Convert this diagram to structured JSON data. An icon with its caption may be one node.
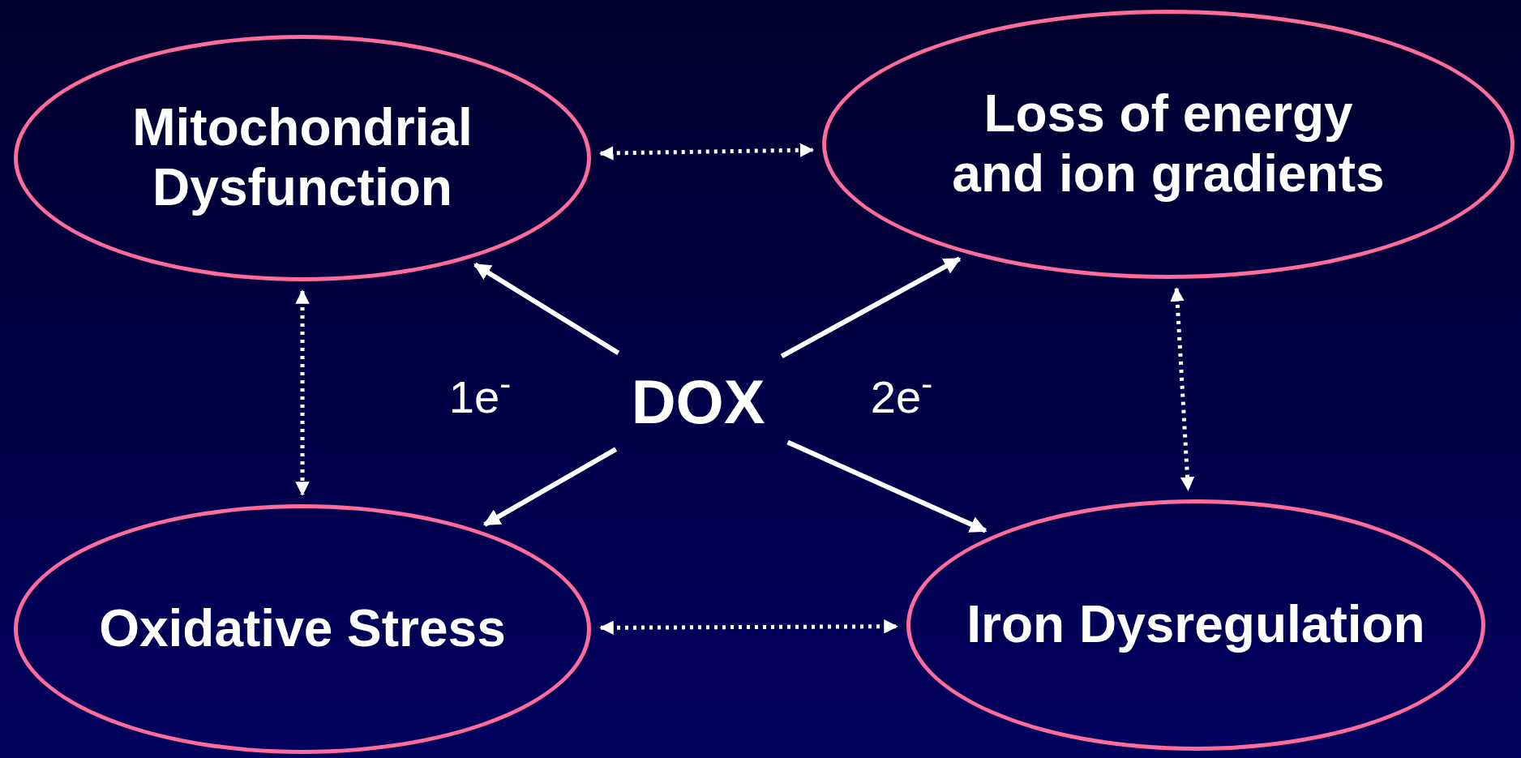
{
  "diagram": {
    "nodes": [
      {
        "text": [
          "Mitochondrial Dysfunction"
        ]
      },
      {
        "text": [
          "Loss of energy and ion gradients"
        ]
      },
      {
        "text": [
          "DOX"
        ]
      },
      {
        "text": [
          "Oxidative Stress"
        ]
      },
      {
        "text": [
          "Iron Dysregulation"
        ]
      }
    ],
    "edges": [
      {
        "from": 2,
        "to": 0,
        "arrow": "to"
      },
      {
        "from": 2,
        "to": 1,
        "arrow": "to"
      },
      {
        "from": 2,
        "to": 3,
        "arrow": "to"
      },
      {
        "from": 2,
        "to": 4,
        "arrow": "to"
      },
      {
        "from": 0,
        "to": 1,
        "arrow": "both",
        "style": "dashed"
      },
      {
        "from": 0,
        "to": 3,
        "arrow": "both",
        "style": "dashed"
      },
      {
        "from": 1,
        "to": 4,
        "arrow": "both",
        "style": "dashed"
      },
      {
        "from": 3,
        "to": 4,
        "arrow": "both",
        "style": "dashed"
      }
    ],
    "labels": [
      "1e$^{-}$",
      "2e$^{-}$"
    ]
  }
}
